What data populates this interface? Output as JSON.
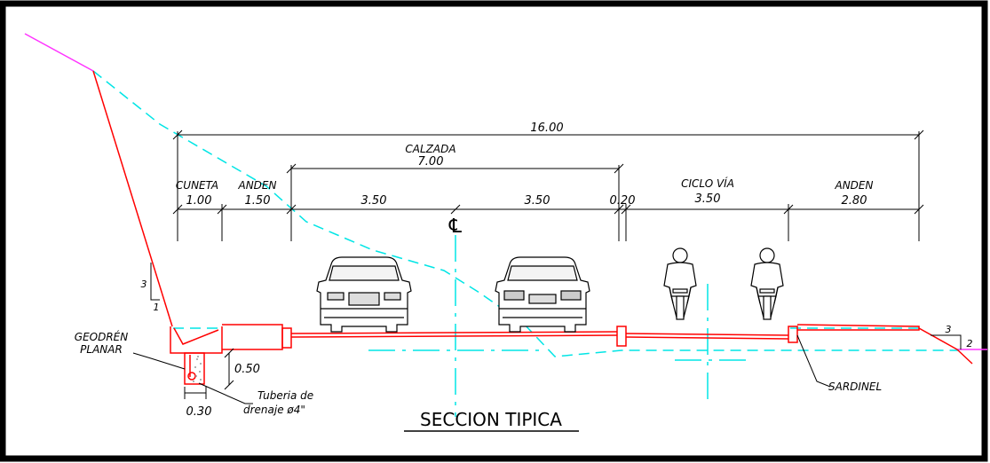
{
  "title": "SECCION TIPICA",
  "dimensions": {
    "total": "16.00",
    "calzada_label": "CALZADA",
    "calzada_width": "7.00",
    "cuneta_label": "CUNETA",
    "cuneta_width": "1.00",
    "anden_left_label": "ANDEN",
    "anden_left_width": "1.50",
    "lane_1_width": "3.50",
    "lane_2_width": "3.50",
    "sardinel_width": "0.20",
    "ciclovia_label": "CICLO VÍA",
    "ciclovia_width": "3.50",
    "anden_right_label": "ANDEN",
    "anden_right_width": "2.80"
  },
  "annotations": {
    "centerline": "℄",
    "slope_left_v": "3",
    "slope_left_h": "1",
    "slope_right_v": "3",
    "slope_right_h": "2",
    "geodren_1": "GEODRÉN",
    "geodren_2": "PLANAR",
    "drain_depth": "0.50",
    "drain_width": "0.30",
    "pipe_1": "Tuberia de",
    "pipe_2": "drenaje ø4\"",
    "sardinel": "SARDINEL"
  },
  "colors": {
    "structure": "#ff0000",
    "terrain": "#00e5e5",
    "natural_ground": "#ff33ff",
    "dimension": "#000000"
  }
}
